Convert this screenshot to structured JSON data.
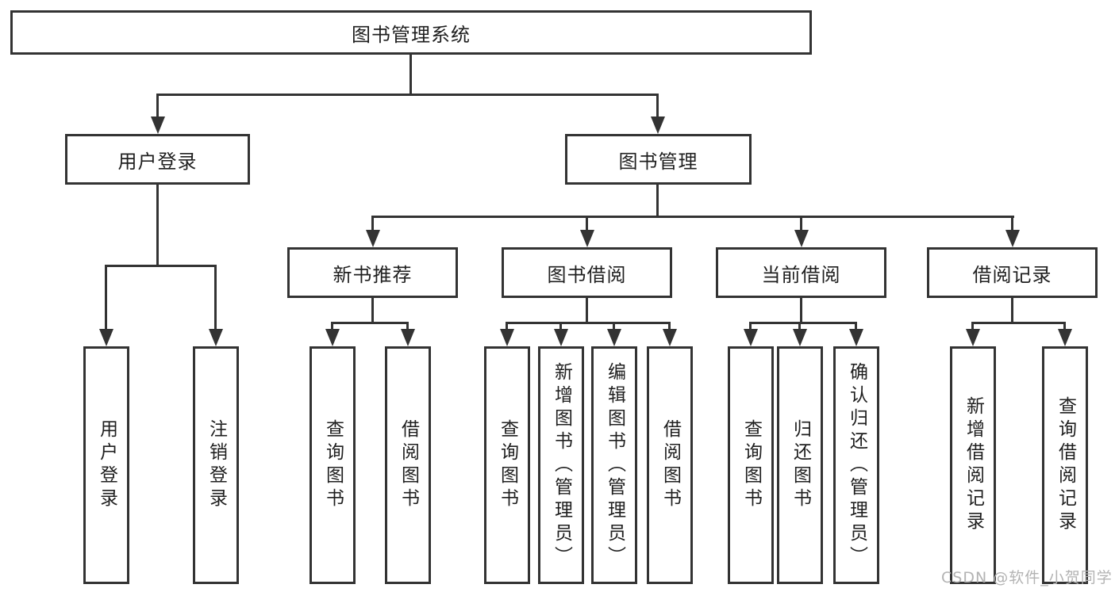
{
  "diagram": {
    "root": {
      "label": "图书管理系统"
    },
    "level2": [
      {
        "label": "用户登录"
      },
      {
        "label": "图书管理"
      }
    ],
    "level3": [
      {
        "label": "新书推荐"
      },
      {
        "label": "图书借阅"
      },
      {
        "label": "当前借阅"
      },
      {
        "label": "借阅记录"
      }
    ],
    "leaves": [
      {
        "label": "用户登录"
      },
      {
        "label": "注销登录"
      },
      {
        "label": "查询图书"
      },
      {
        "label": "借阅图书"
      },
      {
        "label": "查询图书"
      },
      {
        "label": "新增图书（管理员）"
      },
      {
        "label": "编辑图书（管理员）"
      },
      {
        "label": "借阅图书"
      },
      {
        "label": "查询图书"
      },
      {
        "label": "归还图书"
      },
      {
        "label": "确认归还（管理员）"
      },
      {
        "label": "新增借阅记录"
      },
      {
        "label": "查询借阅记录"
      }
    ],
    "watermark": "CSDN @软件_小贺同学",
    "colors": {
      "line": "#333333",
      "text": "#1f1f1f",
      "background": "#ffffff",
      "watermark": "#b3b3b3"
    }
  }
}
